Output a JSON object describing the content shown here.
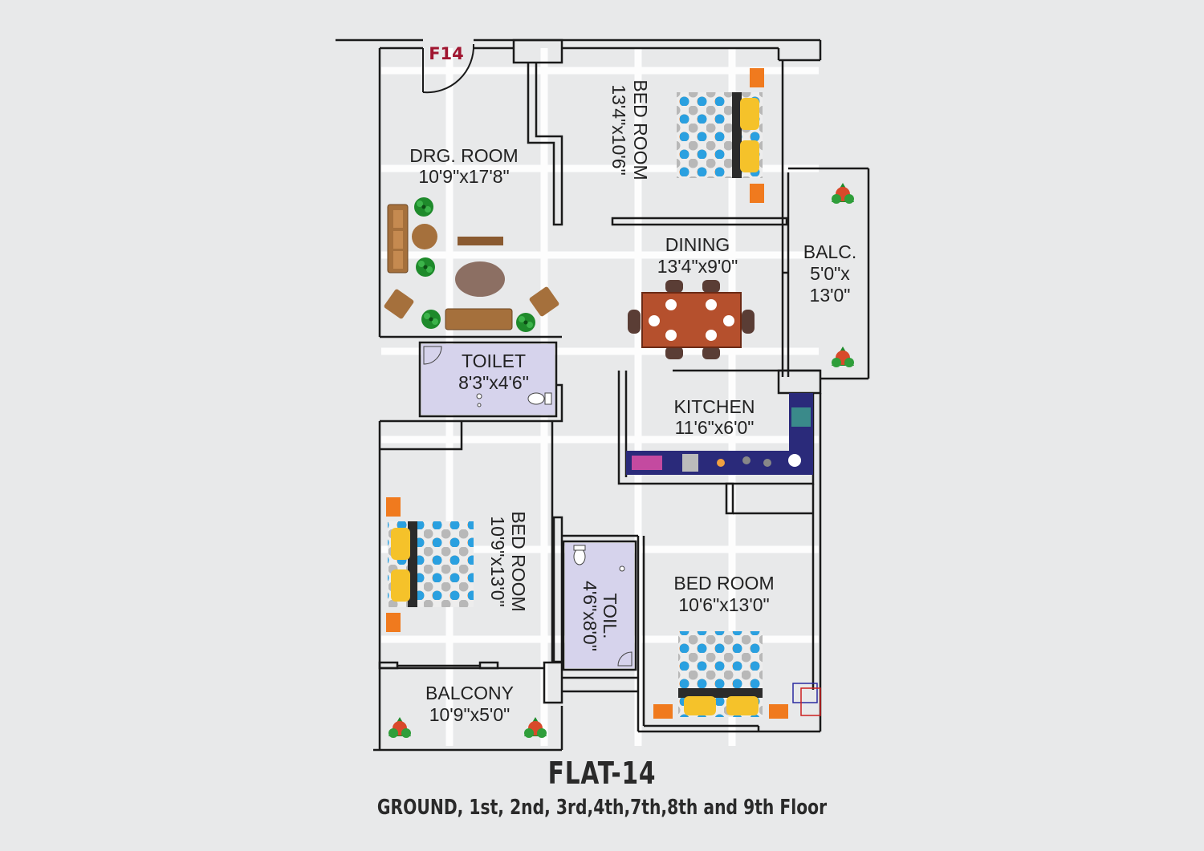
{
  "flat_code": "F14",
  "flat_title": "FLAT-14",
  "floors": "GROUND, 1st, 2nd, 3rd,4th,7th,8th and 9th Floor",
  "rooms": {
    "drawing": {
      "name": "DRG. ROOM",
      "size": "10'9\"x17'8\""
    },
    "bed1": {
      "name": "BED ROOM",
      "size": "13'4\"x10'6\""
    },
    "dining": {
      "name": "DINING",
      "size": "13'4\"x9'0\""
    },
    "balc_small": {
      "name": "BALC.",
      "size_line1": "5'0\"x",
      "size_line2": "13'0\""
    },
    "toilet": {
      "name": "TOILET",
      "size": "8'3\"x4'6\""
    },
    "kitchen": {
      "name": "KITCHEN",
      "size": "11'6\"x6'0\""
    },
    "bed2": {
      "name": "BED ROOM",
      "size": "10'9\"x13'0\""
    },
    "toil2": {
      "name": "TOIL.",
      "size": "4'6\"x8'0\""
    },
    "bed3": {
      "name": "BED ROOM",
      "size": "10'6\"x13'0\""
    },
    "balcony": {
      "name": "BALCONY",
      "size": "10'9\"x5'0\""
    }
  },
  "colors": {
    "wall": "#1a1a1a",
    "grid": "#ffffff",
    "toilet_fill": "#d6d3ec",
    "counter": "#2a2a7a",
    "dining_table": "#b5502d",
    "sofa": "#a5703c",
    "plant": "#1e8a2b",
    "side_table": "#f07a1e",
    "door_code": "#a01530"
  }
}
